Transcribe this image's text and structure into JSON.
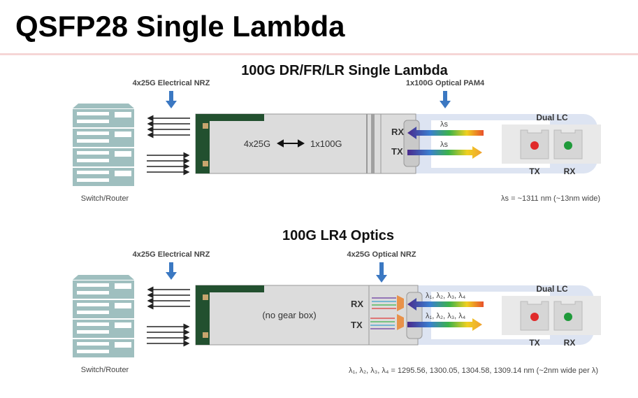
{
  "title": "QSFP28 Single Lambda",
  "diagrams": [
    {
      "subtitle": "100G DR/FR/LR Single Lambda",
      "electrical_label": "4x25G Electrical NRZ",
      "optical_label": "1x100G Optical PAM4",
      "switch_label": "Switch/Router",
      "module_text": "4x25G",
      "module_text2": "1x100G",
      "rx": "RX",
      "tx": "TX",
      "wave_rx": "λs",
      "wave_tx": "λs",
      "dual_lc": "Dual LC",
      "lc_tx": "TX",
      "lc_rx": "RX",
      "note": "λs = ~1311 nm (~13nm wide)"
    },
    {
      "subtitle": "100G LR4 Optics",
      "electrical_label": "4x25G Electrical NRZ",
      "optical_label": "4x25G Optical NRZ",
      "switch_label": "Switch/Router",
      "module_text": "(no gear box)",
      "rx": "RX",
      "tx": "TX",
      "wave_rx": "λ₁, λ₂, λ₃, λ₄",
      "wave_tx": "λ₁, λ₂, λ₃, λ₄",
      "dual_lc": "Dual LC",
      "lc_tx": "TX",
      "lc_rx": "RX",
      "note": "λ₁, λ₂, λ₃, λ₄ = 1295.56, 1300.05, 1304.58, 1309.14 nm (~2nm wide per λ)"
    }
  ],
  "colors": {
    "accent_blue": "#3b78c2",
    "pcb_green": "#22502f",
    "switch": "#9fbfbf",
    "cable": "#dde4f2",
    "tx_dot": "#e02a2a",
    "rx_dot": "#1f9a3a",
    "mux": "#e8924a"
  }
}
